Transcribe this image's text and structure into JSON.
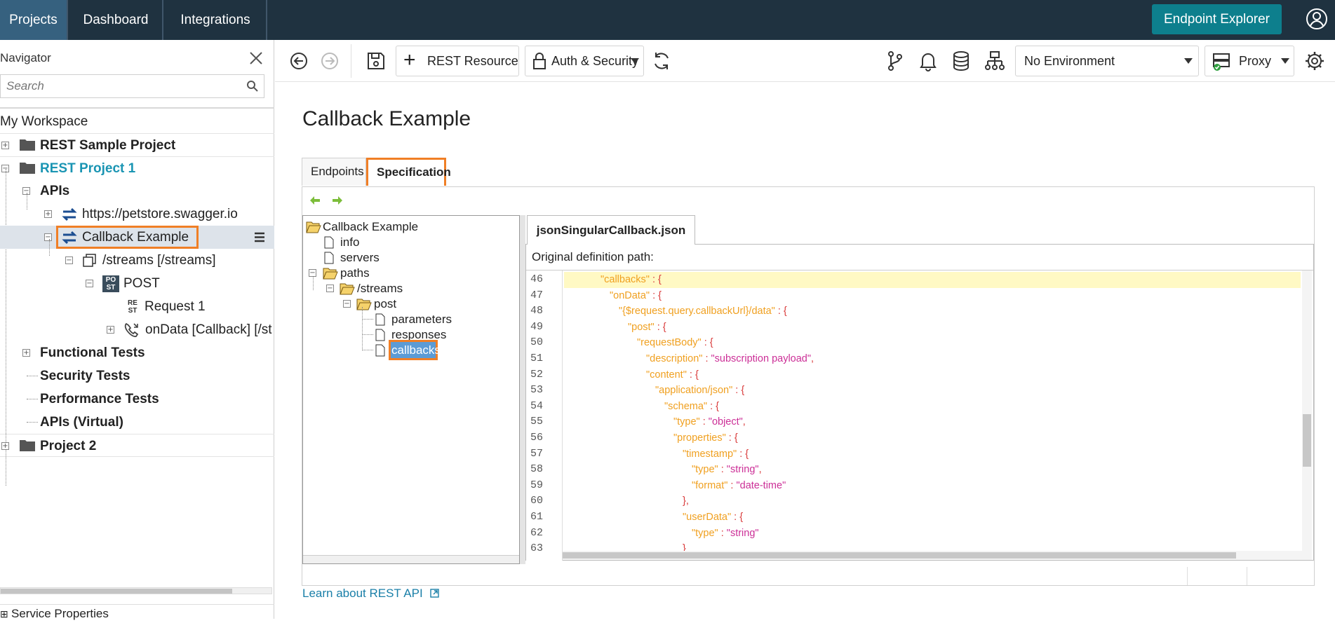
{
  "topnav": {
    "tabs": [
      "Projects",
      "Dashboard",
      "Integrations"
    ],
    "endpoint_explorer": "Endpoint Explorer"
  },
  "navigator": {
    "title": "Navigator",
    "search_placeholder": "Search",
    "workspace": "My Workspace",
    "items": {
      "rest_sample": "REST Sample Project",
      "rest_project1": "REST Project 1",
      "apis": "APIs",
      "petstore": "https://petstore.swagger.io",
      "callback_example": "Callback Example",
      "streams": "/streams [/streams]",
      "post": "POST",
      "request1": "Request 1",
      "ondata": "onData [Callback] [/st",
      "functional": "Functional Tests",
      "security": "Security Tests",
      "performance": "Performance Tests",
      "apis_virtual": "APIs (Virtual)",
      "project2": "Project 2"
    },
    "service_properties": "Service Properties"
  },
  "toolbar": {
    "rest_resource": "REST Resource",
    "auth_security": "Auth & Security",
    "environment": "No Environment",
    "proxy": "Proxy"
  },
  "main": {
    "title": "Callback Example",
    "tabs": [
      "Endpoints",
      "Specification"
    ],
    "spec_tree": {
      "root": "Callback Example",
      "info": "info",
      "servers": "servers",
      "paths": "paths",
      "streams": "/streams",
      "post": "post",
      "parameters": "parameters",
      "responses": "responses",
      "callbacks": "callbacks"
    },
    "file_tab": "jsonSingularCallback.json",
    "orig_path_label": "Original definition path:",
    "learn_link": "Learn about REST API",
    "code_lines": [
      {
        "n": "46",
        "indent": 4,
        "parts": [
          [
            "k",
            "\"callbacks\""
          ],
          [
            "p",
            " : {"
          ]
        ]
      },
      {
        "n": "47",
        "indent": 5,
        "parts": [
          [
            "k",
            "\"onData\""
          ],
          [
            "p",
            " : {"
          ]
        ]
      },
      {
        "n": "48",
        "indent": 6,
        "parts": [
          [
            "k",
            "\"{$request.query.callbackUrl}/data\""
          ],
          [
            "p",
            " : {"
          ]
        ]
      },
      {
        "n": "49",
        "indent": 7,
        "parts": [
          [
            "k",
            "\"post\""
          ],
          [
            "p",
            " : {"
          ]
        ]
      },
      {
        "n": "50",
        "indent": 8,
        "parts": [
          [
            "k",
            "\"requestBody\""
          ],
          [
            "p",
            " : {"
          ]
        ]
      },
      {
        "n": "51",
        "indent": 9,
        "parts": [
          [
            "k",
            "\"description\""
          ],
          [
            "p",
            " : "
          ],
          [
            "s",
            "\"subscription payload\""
          ],
          [
            "p",
            ","
          ]
        ]
      },
      {
        "n": "52",
        "indent": 9,
        "parts": [
          [
            "k",
            "\"content\""
          ],
          [
            "p",
            " : {"
          ]
        ]
      },
      {
        "n": "53",
        "indent": 10,
        "parts": [
          [
            "k",
            "\"application/json\""
          ],
          [
            "p",
            " : {"
          ]
        ]
      },
      {
        "n": "54",
        "indent": 11,
        "parts": [
          [
            "k",
            "\"schema\""
          ],
          [
            "p",
            " : {"
          ]
        ]
      },
      {
        "n": "55",
        "indent": 12,
        "parts": [
          [
            "k",
            "\"type\""
          ],
          [
            "p",
            " : "
          ],
          [
            "s",
            "\"object\""
          ],
          [
            "p",
            ","
          ]
        ]
      },
      {
        "n": "56",
        "indent": 12,
        "parts": [
          [
            "k",
            "\"properties\""
          ],
          [
            "p",
            " : {"
          ]
        ]
      },
      {
        "n": "57",
        "indent": 13,
        "parts": [
          [
            "k",
            "\"timestamp\""
          ],
          [
            "p",
            " : {"
          ]
        ]
      },
      {
        "n": "58",
        "indent": 14,
        "parts": [
          [
            "k",
            "\"type\""
          ],
          [
            "p",
            " : "
          ],
          [
            "s",
            "\"string\""
          ],
          [
            "p",
            ","
          ]
        ]
      },
      {
        "n": "59",
        "indent": 14,
        "parts": [
          [
            "k",
            "\"format\""
          ],
          [
            "p",
            " : "
          ],
          [
            "s",
            "\"date-time\""
          ]
        ]
      },
      {
        "n": "60",
        "indent": 13,
        "parts": [
          [
            "p",
            "},"
          ]
        ]
      },
      {
        "n": "61",
        "indent": 13,
        "parts": [
          [
            "k",
            "\"userData\""
          ],
          [
            "p",
            " : {"
          ]
        ]
      },
      {
        "n": "62",
        "indent": 14,
        "parts": [
          [
            "k",
            "\"type\""
          ],
          [
            "p",
            " : "
          ],
          [
            "s",
            "\"string\""
          ]
        ]
      },
      {
        "n": "63",
        "indent": 13,
        "parts": [
          [
            "p",
            "}"
          ]
        ]
      }
    ]
  },
  "colors": {
    "topbar": "#1f3240",
    "accent": "#0d7f8d",
    "highlight": "#f07f26",
    "current_line": "#fff9c4"
  }
}
